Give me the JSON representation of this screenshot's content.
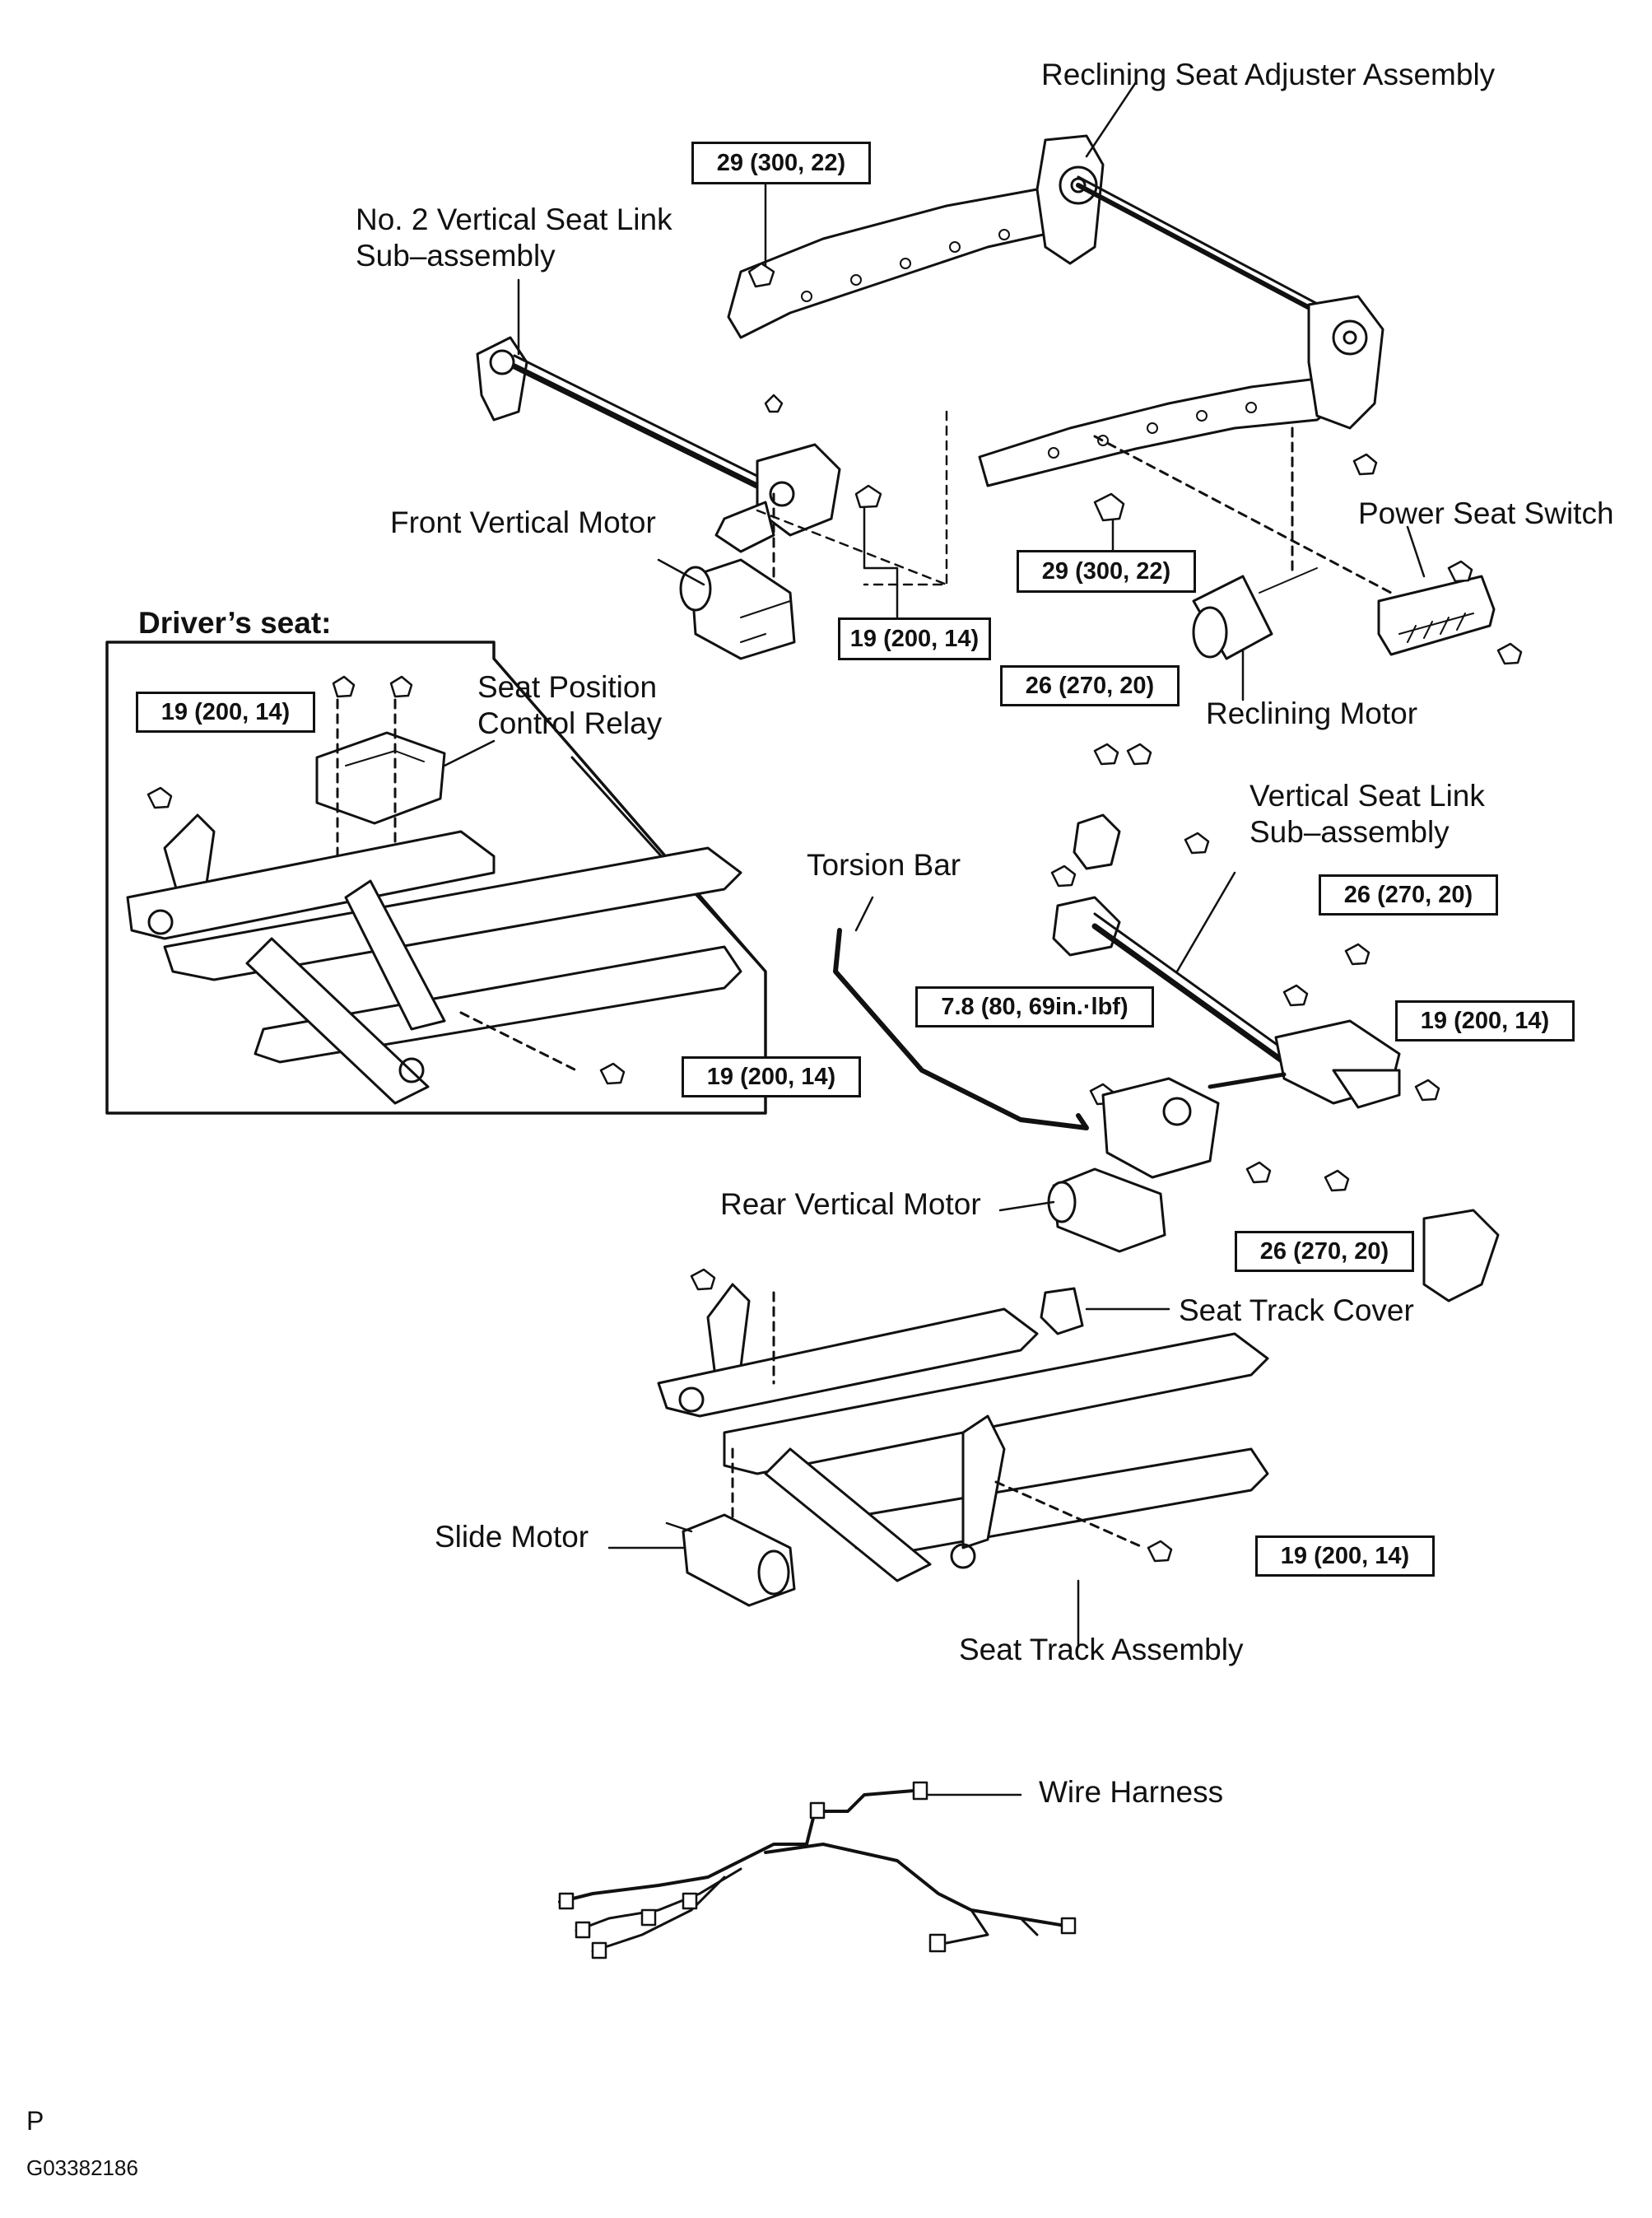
{
  "labels": {
    "reclining_seat_adjuster": "Reclining Seat Adjuster Assembly",
    "no2_link_line1": "No. 2 Vertical Seat Link",
    "no2_link_line2": "Sub–assembly",
    "front_vertical_motor": "Front Vertical Motor",
    "power_seat_switch": "Power Seat Switch",
    "drivers_seat": "Driver’s seat:",
    "seat_position_line1": "Seat Position",
    "seat_position_line2": "Control Relay",
    "reclining_motor": "Reclining Motor",
    "vertical_link_line1": "Vertical Seat Link",
    "vertical_link_line2": "Sub–assembly",
    "torsion_bar": "Torsion Bar",
    "rear_vertical_motor": "Rear Vertical Motor",
    "seat_track_cover": "Seat Track Cover",
    "slide_motor": "Slide Motor",
    "seat_track_assembly": "Seat Track Assembly",
    "wire_harness": "Wire Harness",
    "footer_letter": "P",
    "footer_code": "G03382186"
  },
  "torques": {
    "t1": "29 (300, 22)",
    "t2": "29 (300, 22)",
    "t3": "19 (200, 14)",
    "t4": "19 (200, 14)",
    "t5": "26 (270, 20)",
    "t6": "26 (270, 20)",
    "t7": "7.8 (80, 69in.·lbf)",
    "t8": "19 (200, 14)",
    "t9": "19 (200, 14)",
    "t10": "26 (270, 20)",
    "t11": "19 (200, 14)"
  }
}
